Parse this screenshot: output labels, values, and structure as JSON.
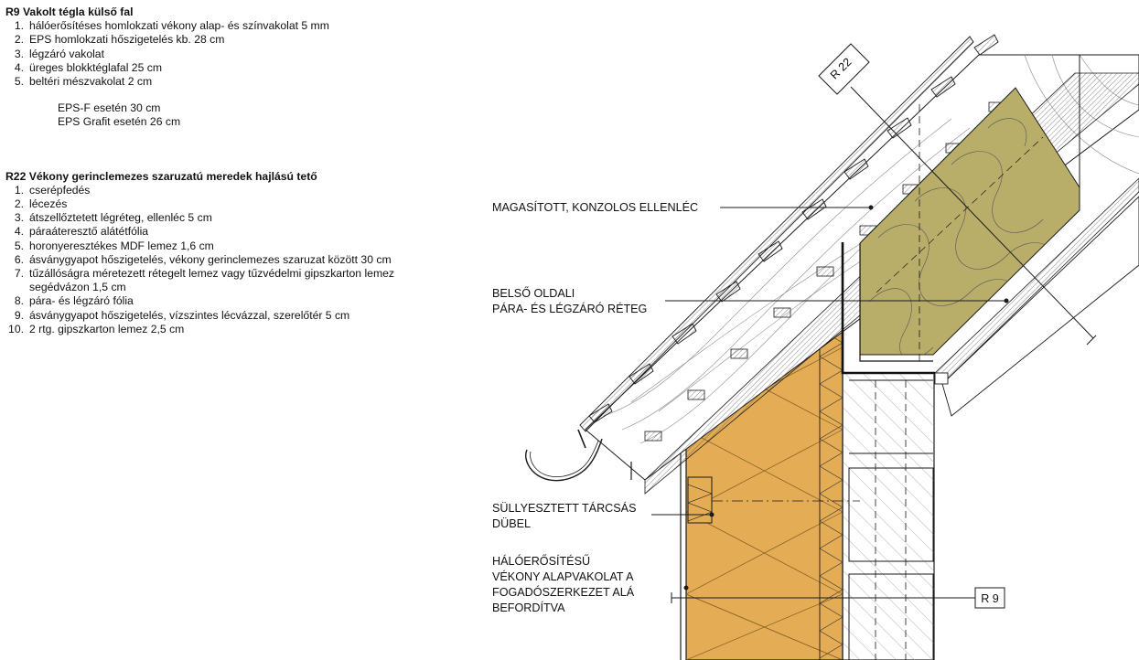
{
  "r9": {
    "title": "R9 Vakolt tégla külső fal",
    "items": [
      {
        "num": "1.",
        "text": "hálóerősítéses homlokzati vékony alap- és színvakolat 5 mm"
      },
      {
        "num": "2.",
        "text": "EPS homlokzati hőszigetelés kb. 28 cm"
      },
      {
        "num": "3.",
        "text": "légzáró vakolat"
      },
      {
        "num": "4.",
        "text": "üreges blokktéglafal 25 cm"
      },
      {
        "num": "5.",
        "text": "beltéri mészvakolat 2 cm"
      }
    ],
    "notes": [
      "EPS-F esetén 30 cm",
      "EPS Grafit esetén 26 cm"
    ]
  },
  "r22": {
    "title": "R22 Vékony gerinclemezes szaruzatú meredek hajlású tető",
    "items": [
      {
        "num": "1.",
        "text": "cserépfedés"
      },
      {
        "num": "2.",
        "text": "lécezés"
      },
      {
        "num": "3.",
        "text": "átszellőztetett légréteg, ellenléc 5 cm"
      },
      {
        "num": "4.",
        "text": "páraáteresztő alátétfólia"
      },
      {
        "num": "5.",
        "text": "horonyeresztékes MDF lemez 1,6 cm"
      },
      {
        "num": "6.",
        "text": "ásványgyapot hőszigetelés, vékony gerinclemezes szaruzat között 30 cm"
      },
      {
        "num": "7.",
        "text": "tűzállóságra méretezett rétegelt lemez vagy tűzvédelmi gipszkarton lemez",
        "cont": "segédvázon 1,5 cm"
      },
      {
        "num": "8.",
        "text": "pára- és légzáró fólia"
      },
      {
        "num": "9.",
        "text": "ásványgyapot hőszigetelés, vízszintes lécvázzal, szerelőtér 5 cm"
      },
      {
        "num": "10.",
        "text": "2 rtg. gipszkarton lemez 2,5 cm"
      }
    ]
  },
  "annotations": {
    "counter_batten": "MAGASÍTOTT, KONZOLOS ELLENLÉC",
    "inner_layer_1": "BELSŐ OLDALI",
    "inner_layer_2": "PÁRA- ÉS LÉGZÁRÓ RÉTEG",
    "dowel_1": "SÜLLYESZTETT TÁRCSÁS",
    "dowel_2": "DÜBEL",
    "mesh_1": "HÁLÓERŐSÍTÉSŰ",
    "mesh_2": "VÉKONY ALAPVAKOLAT A",
    "mesh_3": "FOGADÓSZERKEZET ALÁ",
    "mesh_4": "BEFORDÍTVA"
  },
  "section_tags": {
    "roof": "R 22",
    "wall": "R 9"
  },
  "colors": {
    "eps_insulation": "#e3ac55",
    "mineral_wool": "#b9ad6a",
    "line": "#1a1a1a",
    "hatch": "#9a9a9a"
  }
}
